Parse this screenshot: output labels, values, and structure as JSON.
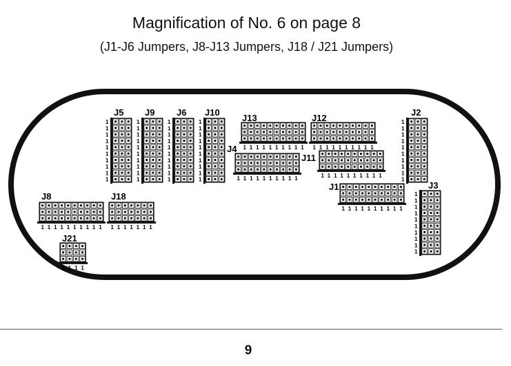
{
  "title": "Magnification of  No. 6 on page 8",
  "subtitle": "(J1-J6 Jumpers, J8-J13 Jumpers, J18 / J21 Jumpers)",
  "pin_one_marker": "1",
  "jumpers": [
    {
      "id": "J5",
      "pins": 10,
      "orientation": "vertical"
    },
    {
      "id": "J9",
      "pins": 10,
      "orientation": "vertical"
    },
    {
      "id": "J6",
      "pins": 10,
      "orientation": "vertical"
    },
    {
      "id": "J10",
      "pins": 10,
      "orientation": "vertical"
    },
    {
      "id": "J13",
      "pins": 10,
      "orientation": "horizontal"
    },
    {
      "id": "J12",
      "pins": 10,
      "orientation": "horizontal"
    },
    {
      "id": "J4",
      "pins": 10,
      "orientation": "horizontal"
    },
    {
      "id": "J11",
      "pins": 10,
      "orientation": "horizontal"
    },
    {
      "id": "J1",
      "pins": 10,
      "orientation": "horizontal"
    },
    {
      "id": "J2",
      "pins": 10,
      "orientation": "vertical"
    },
    {
      "id": "J3",
      "pins": 10,
      "orientation": "vertical"
    },
    {
      "id": "J8",
      "pins": 10,
      "orientation": "horizontal"
    },
    {
      "id": "J18",
      "pins": 7,
      "orientation": "horizontal"
    },
    {
      "id": "J21",
      "pins": 4,
      "orientation": "horizontal"
    }
  ],
  "page_number": "9"
}
